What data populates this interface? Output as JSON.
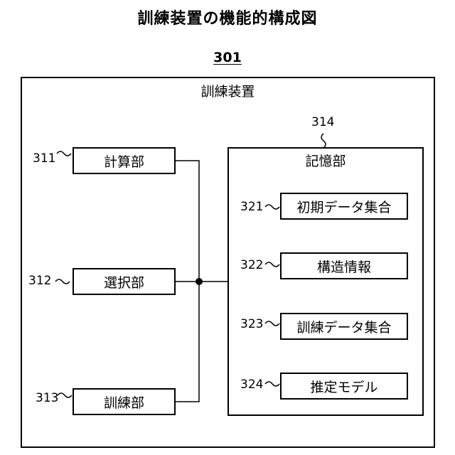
{
  "title": "訓練装置の機能的構成図",
  "figure_ref": "301",
  "outer_box": {
    "label": "訓練装置"
  },
  "left_units": [
    {
      "ref": "311",
      "label": "計算部"
    },
    {
      "ref": "312",
      "label": "選択部"
    },
    {
      "ref": "313",
      "label": "訓練部"
    }
  ],
  "storage": {
    "ref": "314",
    "label": "記憶部",
    "items": [
      {
        "ref": "321",
        "label": "初期データ集合"
      },
      {
        "ref": "322",
        "label": "構造情報"
      },
      {
        "ref": "323",
        "label": "訓練データ集合"
      },
      {
        "ref": "324",
        "label": "推定モデル"
      }
    ]
  }
}
